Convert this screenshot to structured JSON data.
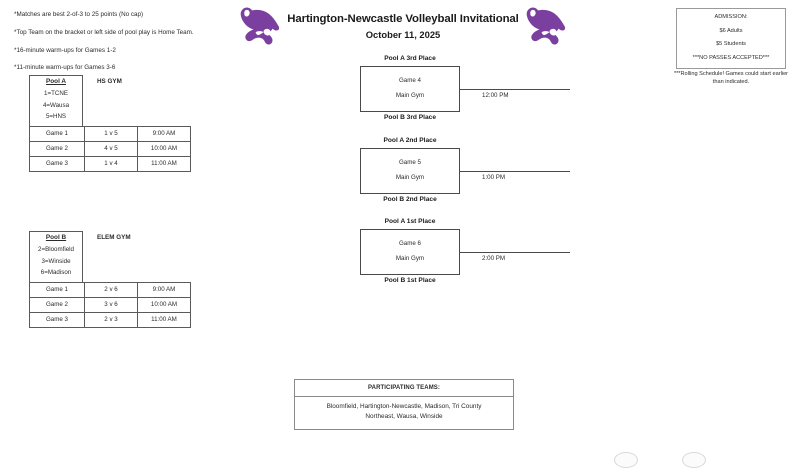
{
  "notes": [
    "*Matches are best 2-of-3 to 25 points (No cap)",
    "*Top Team on the bracket or left side of pool play is Home Team.",
    "*16-minute warm-ups for Games 1-2",
    "*11-minute warm-ups for Games 3-6"
  ],
  "header": {
    "title": "Hartington-Newcastle Volleyball Invitational",
    "date": "October 11, 2025",
    "logo_left": "wildcat-logo",
    "logo_right": "wildcat-logo"
  },
  "admission": {
    "heading": "ADMISSION:",
    "adults": "$6 Adults",
    "students": "$5 Students",
    "no_passes": "***NO PASSES ACCEPTED***",
    "rolling_note": "***Rolling Schedule!  Games could start earlier than indicated."
  },
  "pools": [
    {
      "name": "Pool A",
      "gym": "HS GYM",
      "teams": [
        "1=TCNE",
        "4=Wausa",
        "5=HNS"
      ],
      "games": [
        {
          "game": "Game 1",
          "match": "1 v 5",
          "time": "9:00 AM"
        },
        {
          "game": "Game 2",
          "match": "4 v 5",
          "time": "10:00 AM"
        },
        {
          "game": "Game 3",
          "match": "1 v 4",
          "time": "11:00 AM"
        }
      ]
    },
    {
      "name": "Pool B",
      "gym": "ELEM GYM",
      "teams": [
        "2=Bloomfield",
        "3=Winside",
        "6=Madison"
      ],
      "games": [
        {
          "game": "Game 1",
          "match": "2 v 6",
          "time": "9:00 AM"
        },
        {
          "game": "Game 2",
          "match": "3 v 6",
          "time": "10:00 AM"
        },
        {
          "game": "Game 3",
          "match": "2 v 3",
          "time": "11:00 AM"
        }
      ]
    }
  ],
  "bracket": [
    {
      "top_seed": "Pool A 3rd Place",
      "game": "Game 4",
      "location": "Main Gym",
      "bottom_seed": "Pool B 3rd Place",
      "time": "12:00 PM"
    },
    {
      "top_seed": "Pool A 2nd Place",
      "game": "Game 5",
      "location": "Main Gym",
      "bottom_seed": "Pool B 2nd Place",
      "time": "1:00 PM"
    },
    {
      "top_seed": "Pool A 1st Place",
      "game": "Game 6",
      "location": "Main Gym",
      "bottom_seed": "Pool B 1st Place",
      "time": "2:00 PM"
    }
  ],
  "participants": {
    "title": "PARTICIPATING TEAMS:",
    "line1": "Bloomfield, Hartington-Newcastle, Madison, Tri County",
    "line2": "Northeast, Wausa, Winside"
  },
  "colors": {
    "logo_purple": "#7b3fa0",
    "text": "#231f20",
    "border": "#5a5a5a"
  }
}
